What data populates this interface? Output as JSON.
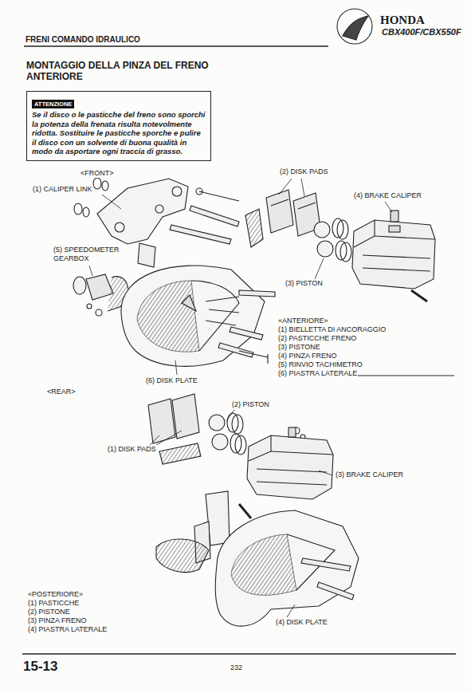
{
  "diagram": {
    "title": "MONTAGGIO DELLA PINZA DEL FRENO ANTERIORE",
    "nodes": [
      {
        "text": [
          "ATTENZIONE",
          "Se il disco o le pasticche del freno sono sporchi la potenza della frenata risulta notevolmente ridotta. Sostituire le pasticche sporche e pulire il disco con un solvente di buona qualità in modo da asportare ogni traccia di grasso."
        ]
      }
    ],
    "edges": [],
    "labels": [
      "FRENI COMANDO IDRAULICO",
      "HONDA",
      "CBX400F/CBX550F",
      "<FRONT>",
      "(1) CALIPER LINK",
      "(2) DISK PADS",
      "(4) BRAKE CALIPER",
      "(5) SPEEDOMETER GEARBOX",
      "(3) PISTON",
      "«ANTERIORE»",
      "(1) BIELLETTA DI ANCORAGGIO",
      "(2) PASTICCHE FRENO",
      "(3) PISTONE",
      "(4) PINZA FRENO",
      "(5) RINVIO TACHIMETRO",
      "(6) PIASTRA LATERALE",
      "(6) DISK PLATE",
      "<REAR>",
      "(2) PISTON",
      "(1) DISK PADS",
      "(3) BRAKE CALIPER",
      "(4) DISK PLATE",
      "«POSTERIORE»",
      "(1) PASTICCHE",
      "(2) PISTONE",
      "(3) PINZA FRENO",
      "(4) PIASTRA LATERALE",
      "15-13",
      "232"
    ]
  }
}
